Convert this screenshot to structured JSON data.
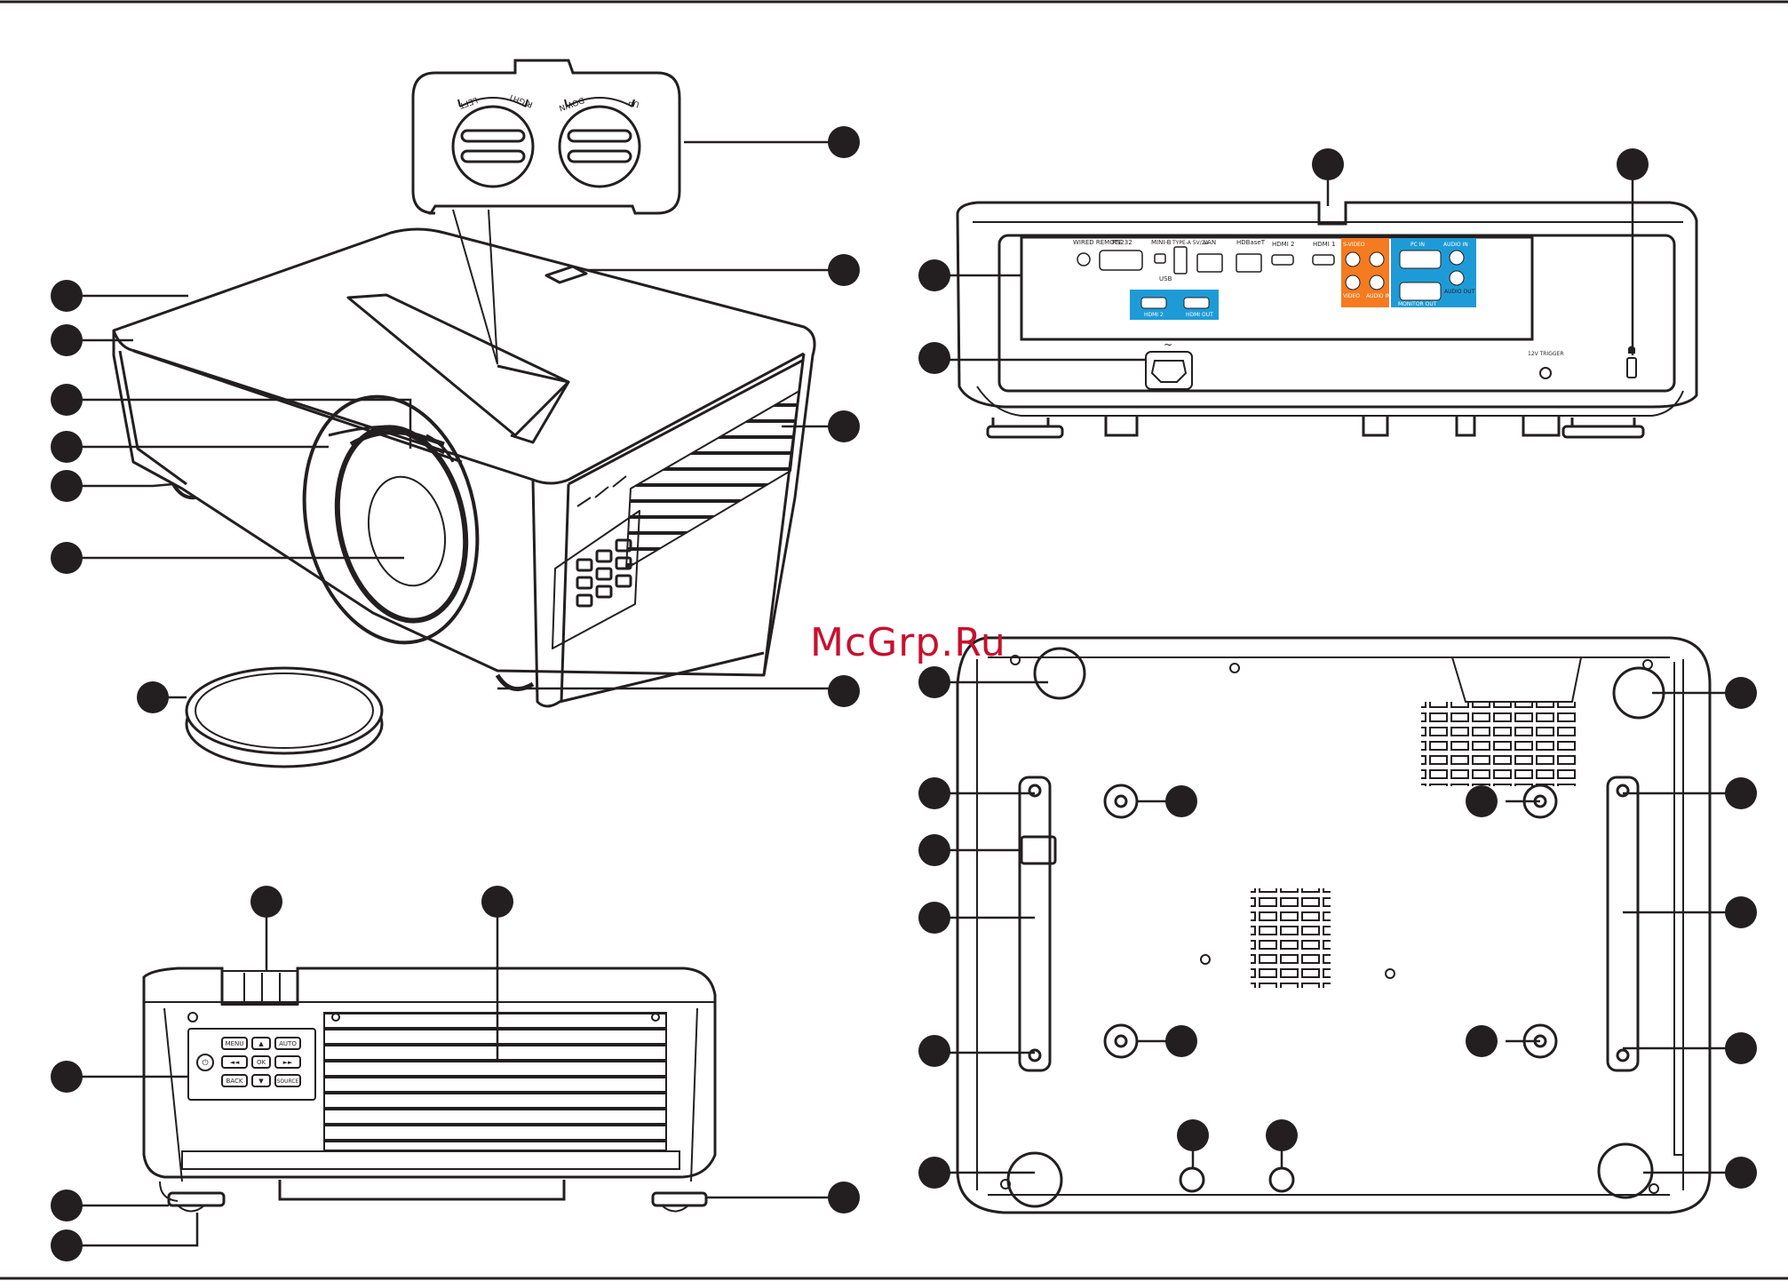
{
  "watermark": {
    "text": "McGrp.Ru",
    "color": "#c8102e"
  },
  "colors": {
    "ink": "#231f20",
    "panel_blue": "#1e9bd7",
    "panel_orange": "#f47b20",
    "callout": "#231f20"
  },
  "adjuster": {
    "left_label": "LEFT",
    "right_label": "RIGHT",
    "down_label": "DOWN",
    "up_label": "UP"
  },
  "rear_ports": {
    "wired_remote": "WIRED REMOTE",
    "rs232": "RS232",
    "mini_b": "MINI-B",
    "type_a": "TYPE-A 5V/2A",
    "usb": "USB",
    "lan": "LAN",
    "hdbaset": "HDBaseT",
    "hdmi2_top": "HDMI 2",
    "hdmi1": "HDMI 1",
    "svideo": "S-VIDEO",
    "video": "VIDEO",
    "audio_in_lr": "AUDIO IN",
    "pc_in": "PC IN",
    "audio_in": "AUDIO IN",
    "audio_out": "AUDIO OUT",
    "monitor_out": "MONITOR OUT",
    "hdmi2_blue": "HDMI 2",
    "hdmi_out": "HDMI OUT",
    "trigger": "12V TRIGGER",
    "ac": "~"
  },
  "control_panel": {
    "menu": "MENU",
    "auto": "AUTO",
    "ok": "OK",
    "back": "BACK",
    "source": "SOURCE",
    "left": "◄◄",
    "right": "►►",
    "up": "▲",
    "down": "▼",
    "power": "⏻"
  }
}
